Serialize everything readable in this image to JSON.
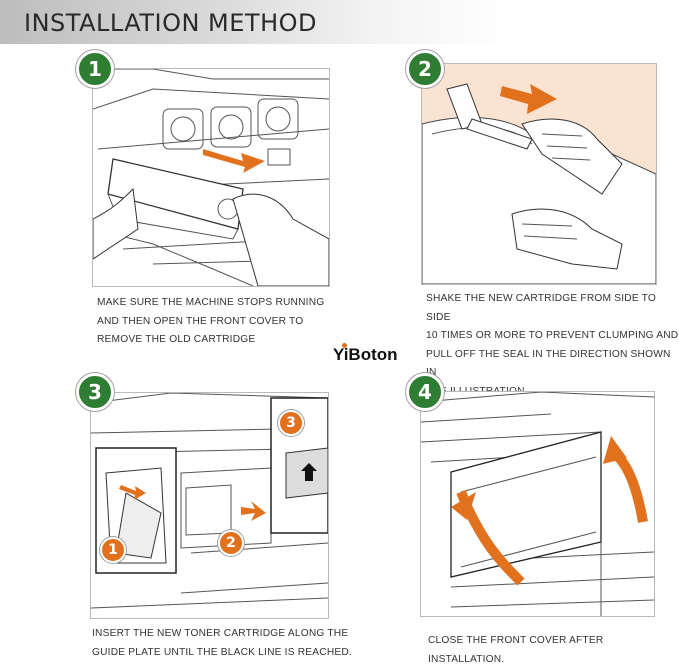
{
  "header": {
    "title": "INSTALLATION METHOD"
  },
  "logo": {
    "text": "YiBoton"
  },
  "colors": {
    "badge_green": "#2f7d32",
    "arrow_orange": "#e2711d",
    "accent_peach": "#fbe3d2"
  },
  "steps": [
    {
      "number": "1",
      "caption_lines": [
        "MAKE SURE THE MACHINE STOPS RUNNING",
        "AND THEN OPEN THE FRONT COVER TO",
        "REMOVE THE OLD CARTRIDGE"
      ]
    },
    {
      "number": "2",
      "caption_lines": [
        "SHAKE THE NEW CARTRIDGE FROM SIDE TO SIDE",
        "10 TIMES OR MORE TO PREVENT CLUMPING AND",
        "PULL OFF THE SEAL IN THE DIRECTION SHOWN IN",
        "THE ILLUSTRATION."
      ]
    },
    {
      "number": "3",
      "caption_lines": [
        "INSERT THE NEW TONER CARTRIDGE ALONG THE",
        "GUIDE PLATE UNTIL THE BLACK LINE IS REACHED."
      ],
      "substeps": [
        "1",
        "2",
        "3"
      ]
    },
    {
      "number": "4",
      "caption_lines": [
        "CLOSE THE FRONT COVER AFTER INSTALLATION."
      ]
    }
  ]
}
